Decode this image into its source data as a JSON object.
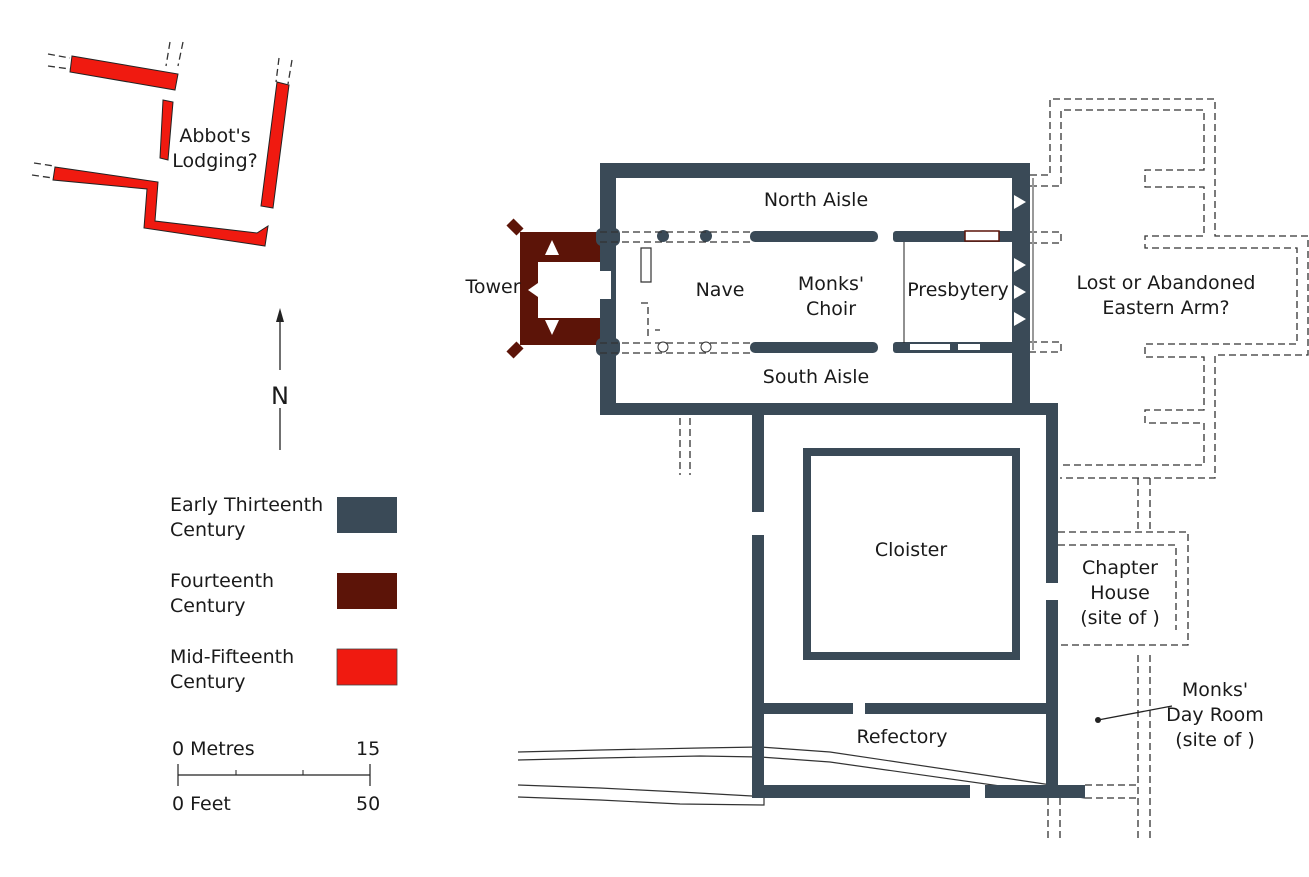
{
  "colors": {
    "early_13th": "#3a4a57",
    "fourteenth": "#5c1408",
    "mid_15th": "#f01a10"
  },
  "labels": {
    "abbots_lodging": [
      "Abbot's",
      "Lodging?"
    ],
    "tower": "Tower",
    "north_aisle": "North Aisle",
    "nave": "Nave",
    "monks_choir": [
      "Monks'",
      "Choir"
    ],
    "presbytery": "Presbytery",
    "south_aisle": "South Aisle",
    "eastern_arm": [
      "Lost or Abandoned",
      "Eastern Arm?"
    ],
    "cloister": "Cloister",
    "chapter_house": [
      "Chapter",
      "House",
      "(site of )"
    ],
    "refectory": "Refectory",
    "day_room": [
      "Monks'",
      "Day Room",
      "(site of )"
    ]
  },
  "north_arrow": "N",
  "legend": [
    {
      "label": [
        "Early Thirteenth",
        "Century"
      ],
      "color": "#3a4a57"
    },
    {
      "label": [
        "Fourteenth",
        "Century"
      ],
      "color": "#5c1408"
    },
    {
      "label": [
        "Mid-Fifteenth",
        "Century"
      ],
      "color": "#f01a10"
    }
  ],
  "scale": {
    "metres_label": "0 Metres",
    "metres_max": "15",
    "feet_label": "0 Feet",
    "feet_max": "50"
  }
}
